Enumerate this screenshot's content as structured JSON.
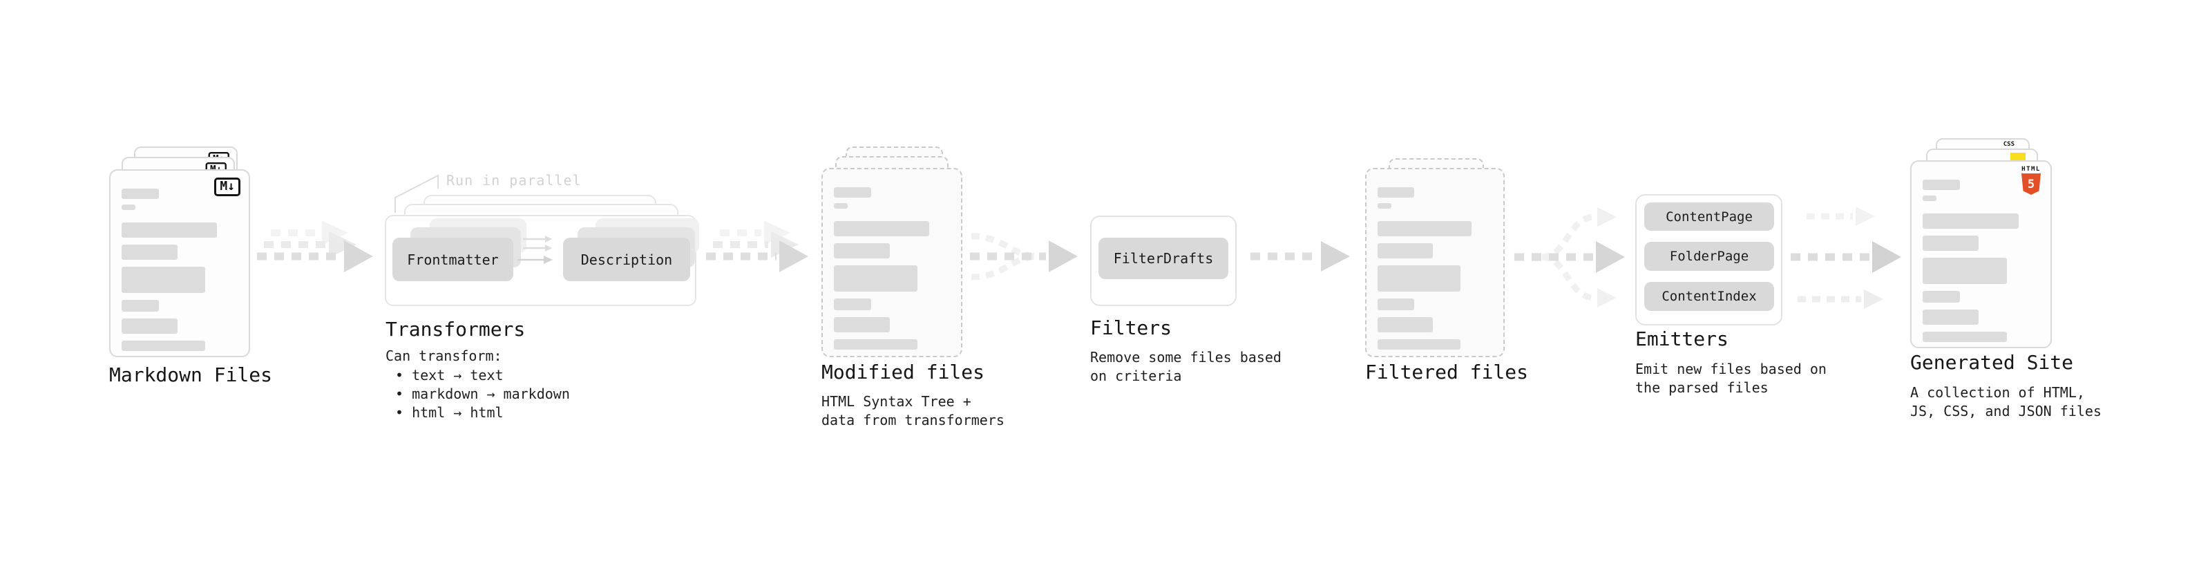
{
  "colors": {
    "arrow_main": "#d6d6d6",
    "arrow_ghost": "#f0f0f0",
    "pill_bg": "#d9d9d9",
    "placeholder_bar": "#dcdcdc",
    "html5_orange": "#e34f26",
    "js_yellow": "#f7df1e",
    "css_blue": "#2965f1"
  },
  "stages": {
    "markdown_files": {
      "title": "Markdown Files",
      "file_icon": "M↓"
    },
    "transformers": {
      "title": "Transformers",
      "callout": "Run in parallel",
      "input_pill": "Frontmatter",
      "output_pill": "Description",
      "desc_heading": "Can transform:",
      "bullets": [
        "• text → text",
        "• markdown → markdown",
        "• html → html"
      ]
    },
    "modified_files": {
      "title": "Modified files",
      "desc": "HTML Syntax Tree +\ndata from transformers"
    },
    "filters": {
      "title": "Filters",
      "pill": "FilterDrafts",
      "desc": "Remove some files based\non criteria"
    },
    "filtered_files": {
      "title": "Filtered files"
    },
    "emitters": {
      "title": "Emitters",
      "pills": [
        "ContentPage",
        "FolderPage",
        "ContentIndex"
      ],
      "desc": "Emit new files based on\nthe parsed files"
    },
    "generated_site": {
      "title": "Generated Site",
      "desc": "A collection of HTML,\nJS, CSS, and JSON files",
      "badge_html_label": "HTML",
      "badge_html_numeral": "5",
      "badge_css_label": "CSS"
    }
  }
}
